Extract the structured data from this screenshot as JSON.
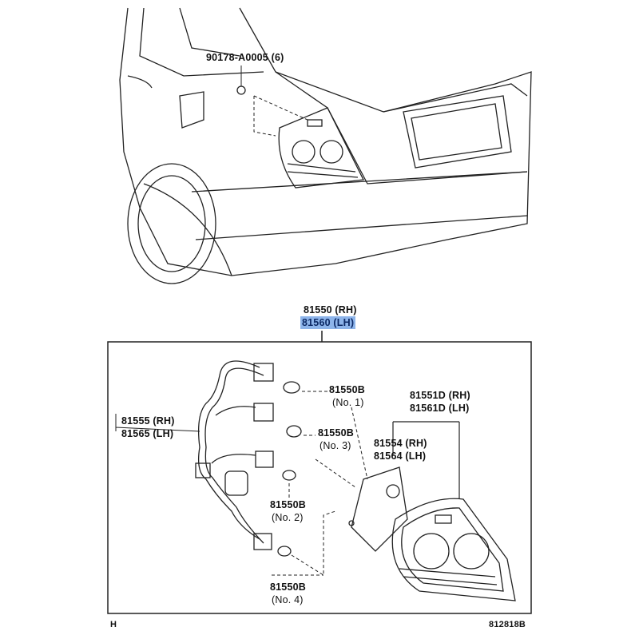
{
  "top_part": {
    "number": "90178-A0005 (6)"
  },
  "assembly": {
    "rh": "81550 (RH)",
    "lh": "81560 (LH)",
    "highlight_color": "#8db4ea"
  },
  "parts": {
    "bulb_no1": {
      "number": "81550B",
      "note": "(No. 1)"
    },
    "bulb_no3": {
      "number": "81550B",
      "note": "(No. 3)"
    },
    "bulb_no2": {
      "number": "81550B",
      "note": "(No. 2)"
    },
    "bulb_no4": {
      "number": "81550B",
      "note": "(No. 4)"
    },
    "socket_wire": {
      "rh": "81555 (RH)",
      "lh": "81565 (LH)"
    },
    "lens_body": {
      "rh": "81551D (RH)",
      "lh": "81561D (LH)"
    },
    "gasket": {
      "rh": "81554 (RH)",
      "lh": "81564 (LH)"
    }
  },
  "footer": {
    "left": "H",
    "right": "812818B"
  }
}
